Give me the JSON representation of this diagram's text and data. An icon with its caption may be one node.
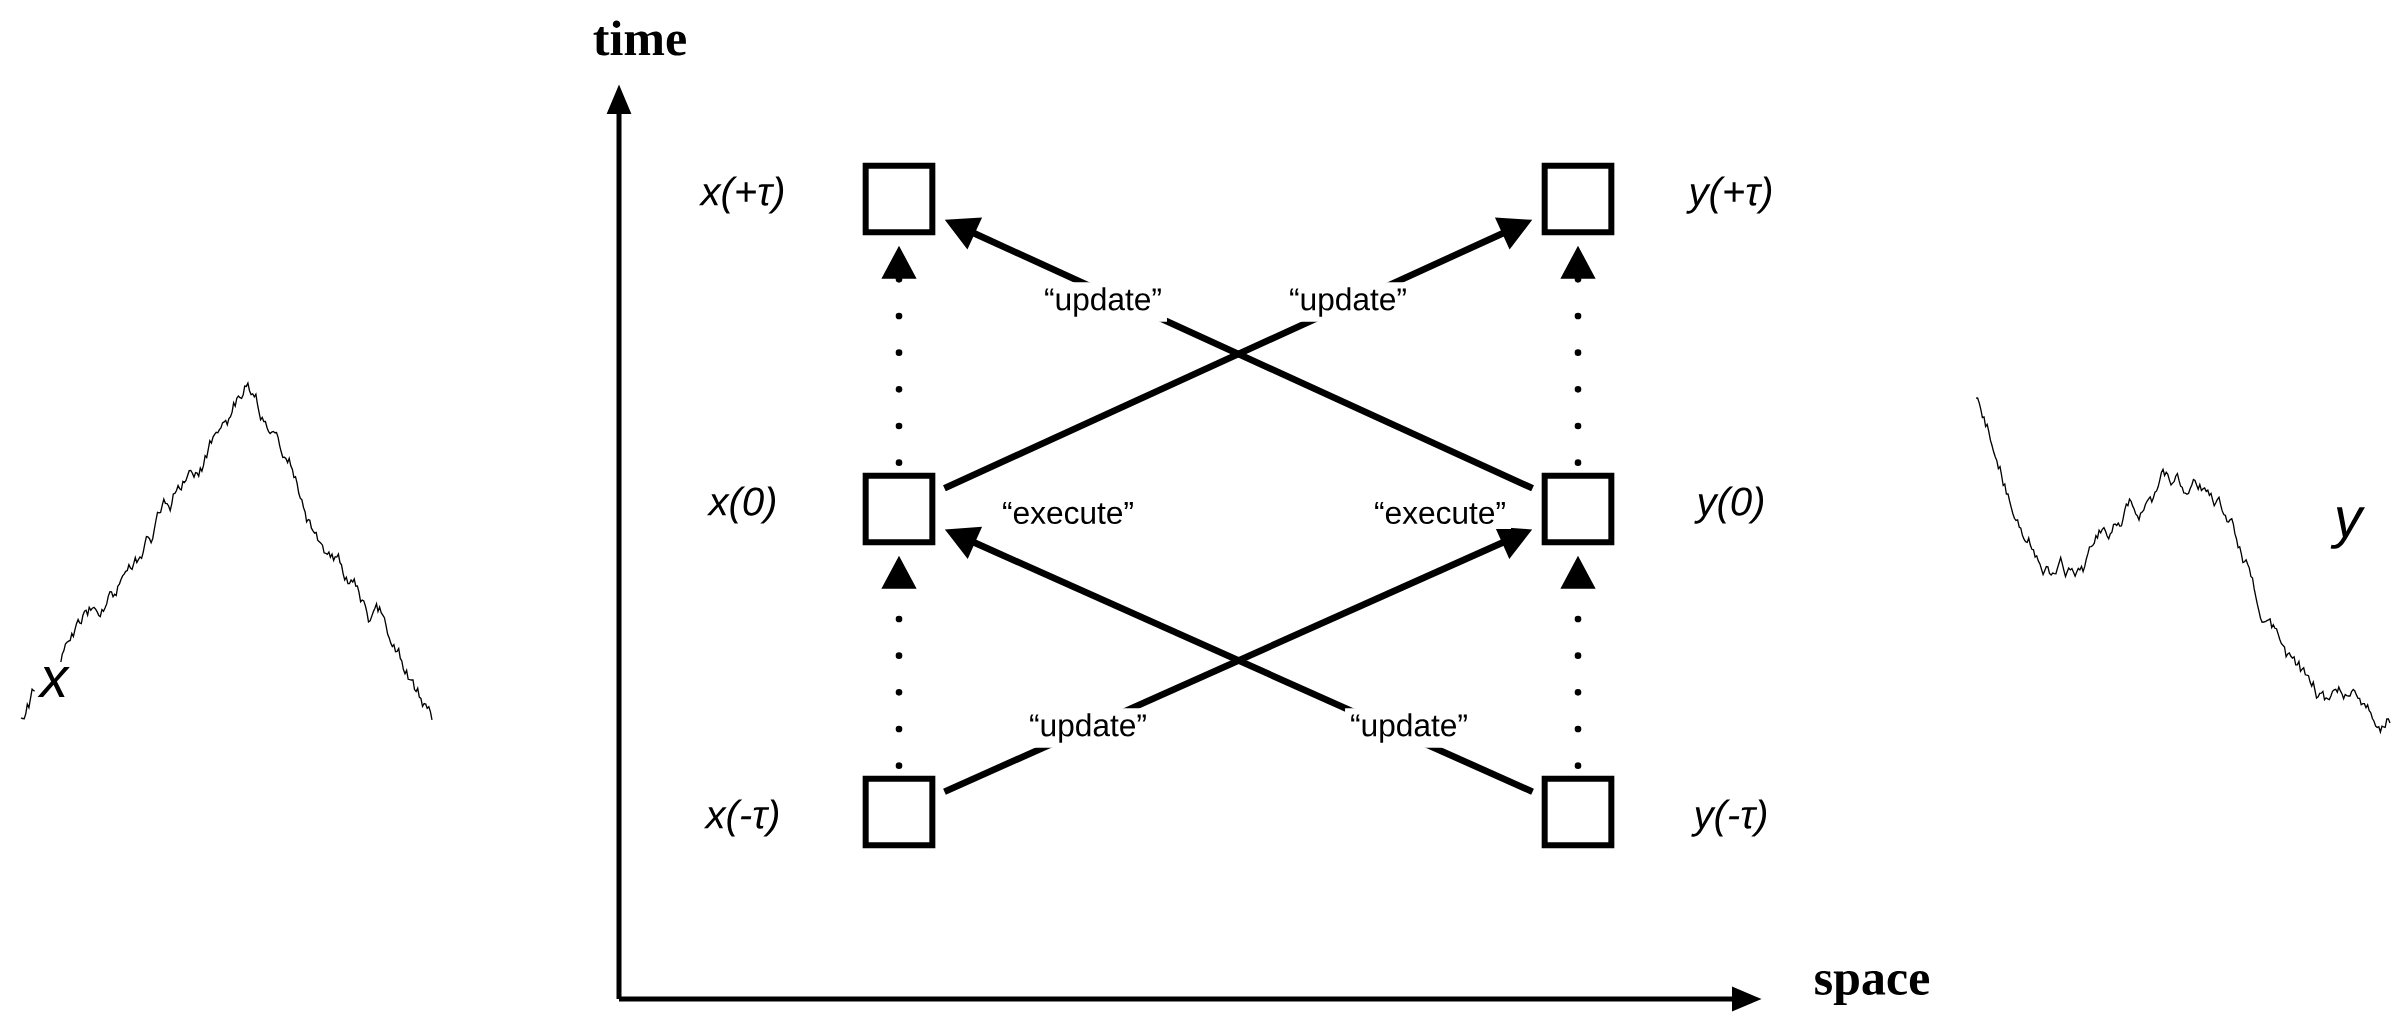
{
  "diagram": {
    "nodes": [
      {
        "text": [],
        "shape": "box",
        "beside": [
          "x(+τ)"
        ]
      },
      {
        "text": [],
        "shape": "box",
        "beside": [
          "y(+τ)"
        ]
      },
      {
        "text": [],
        "shape": "box",
        "beside": [
          "x(0)"
        ]
      },
      {
        "text": [],
        "shape": "box",
        "beside": [
          "y(0)"
        ]
      },
      {
        "text": [],
        "shape": "box",
        "beside": [
          "x(-τ)"
        ]
      },
      {
        "text": [],
        "shape": "box",
        "beside": [
          "y(-τ)"
        ]
      }
    ],
    "edges": [
      {
        "from": 4,
        "to": 2,
        "arrow": "to",
        "style": "dashed"
      },
      {
        "from": 2,
        "to": 0,
        "arrow": "to",
        "style": "dashed"
      },
      {
        "from": 5,
        "to": 3,
        "arrow": "to",
        "style": "dashed"
      },
      {
        "from": 3,
        "to": 1,
        "arrow": "to",
        "style": "dashed"
      },
      {
        "from": 2,
        "to": 1,
        "arrow": "to",
        "label": "“update”"
      },
      {
        "from": 3,
        "to": 0,
        "arrow": "to",
        "label": "“update”"
      },
      {
        "from": 4,
        "to": 3,
        "arrow": "to",
        "label": "“update”"
      },
      {
        "from": 5,
        "to": 2,
        "arrow": "to",
        "label": "“update”"
      }
    ],
    "labels": [
      "time",
      "“execute”",
      "“execute”",
      "x",
      "y",
      "space"
    ]
  }
}
